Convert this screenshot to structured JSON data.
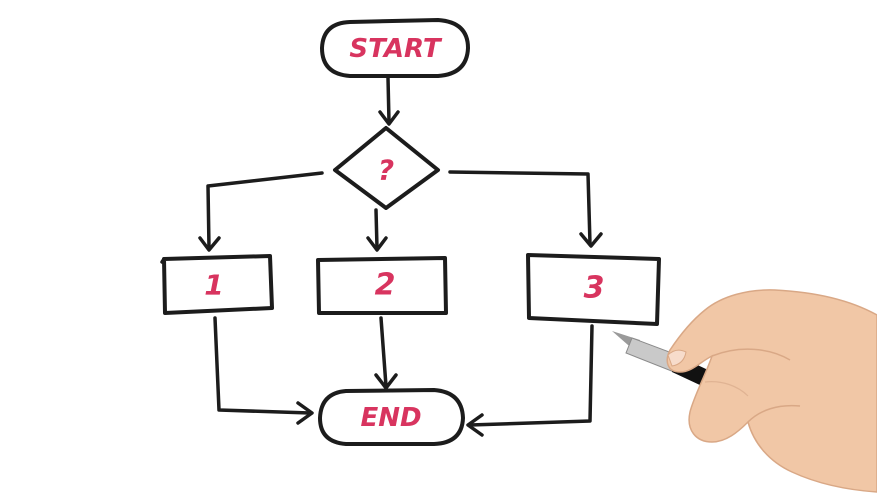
{
  "diagram": {
    "start_label": "START",
    "decision_label": "?",
    "branch_1_label": "1",
    "branch_2_label": "2",
    "branch_3_label": "3",
    "end_label": "END"
  },
  "colors": {
    "ink": "#1c1c1c",
    "text": "#d8345f",
    "background": "#ffffff",
    "skin": "#f1c7a6",
    "pen_body": "#111111"
  }
}
